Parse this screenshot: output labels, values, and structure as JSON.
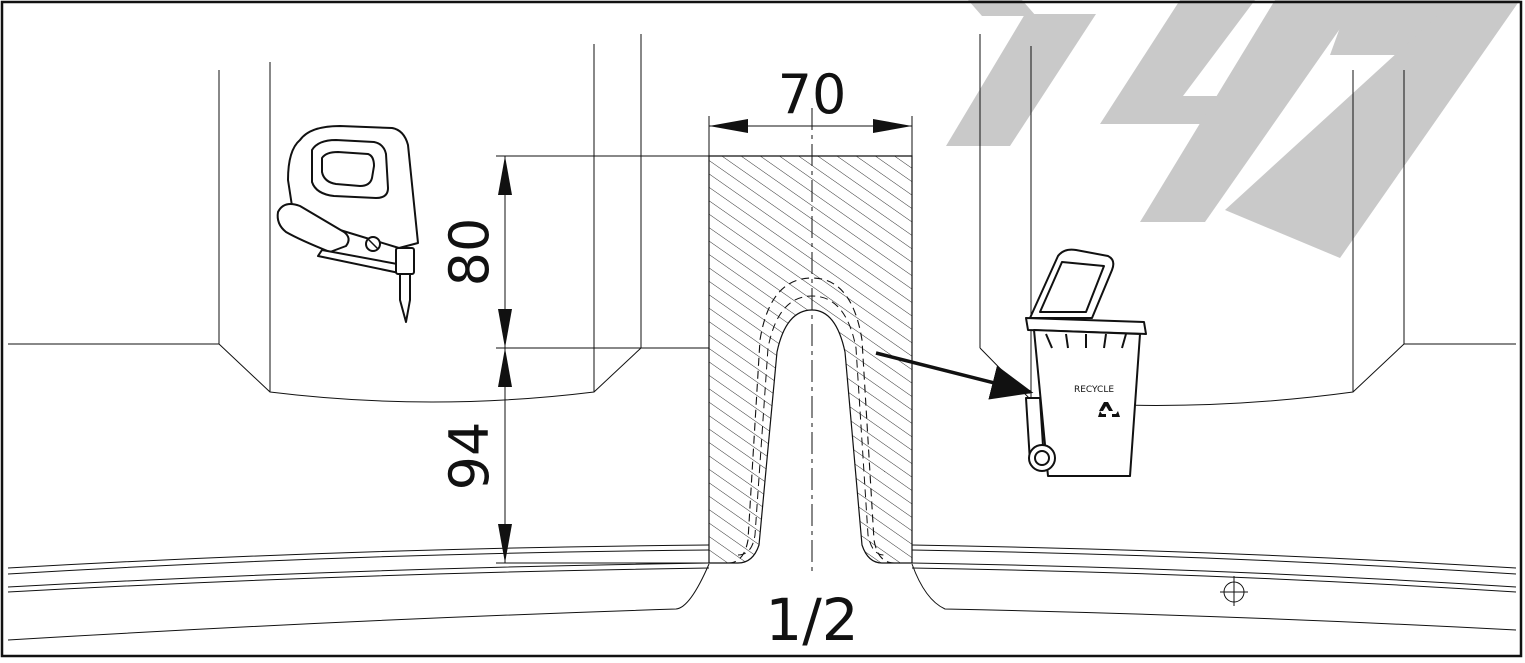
{
  "diagram": {
    "dimensions": {
      "width_label": "70",
      "upper_height_label": "80",
      "lower_height_label": "94"
    },
    "center_label": "1/2",
    "recycle_bin": {
      "text": "RECYCLE",
      "icon": "recycle-bin-icon"
    },
    "tool": {
      "icon": "jigsaw-icon"
    },
    "colors": {
      "line": "#111111",
      "hatch": "#333333",
      "watermark": "#c9c9c9"
    }
  }
}
